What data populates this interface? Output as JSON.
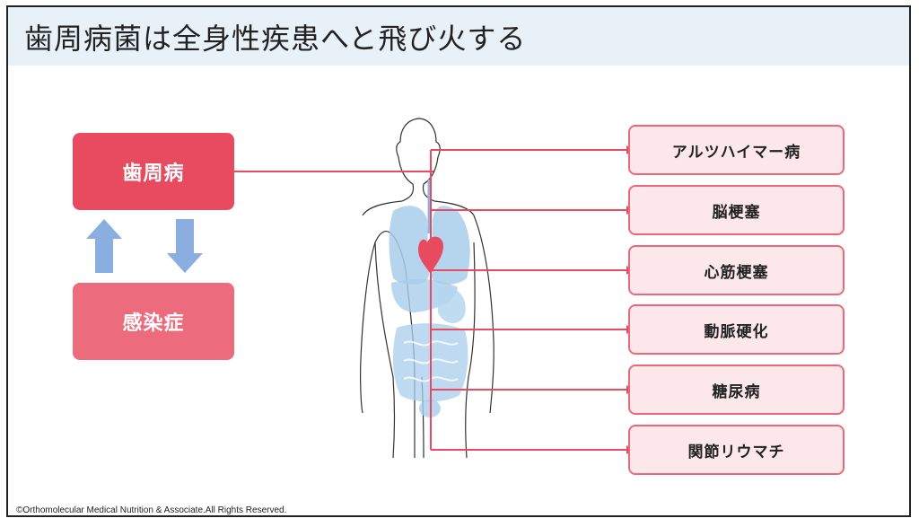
{
  "title": "歯周病菌は全身性疾患へと飛び火する",
  "left": {
    "primary_label": "歯周病",
    "secondary_label": "感染症"
  },
  "diseases": [
    "アルツハイマー病",
    "脳梗塞",
    "心筋梗塞",
    "動脈硬化",
    "糖尿病",
    "関節リウマチ"
  ],
  "copyright": "©Orthomolecular Medical Nutrition & Associate.All Rights Reserved.",
  "colors": {
    "accent": "#e84a5f",
    "secondary_box": "#ec6b7c",
    "disease_box_fill": "#fce8ea",
    "disease_box_border": "#e86a7a",
    "arrow_blue": "#8aaee0",
    "title_bar": "#e8f1f8",
    "organ_blue": "#a8cdeb"
  }
}
